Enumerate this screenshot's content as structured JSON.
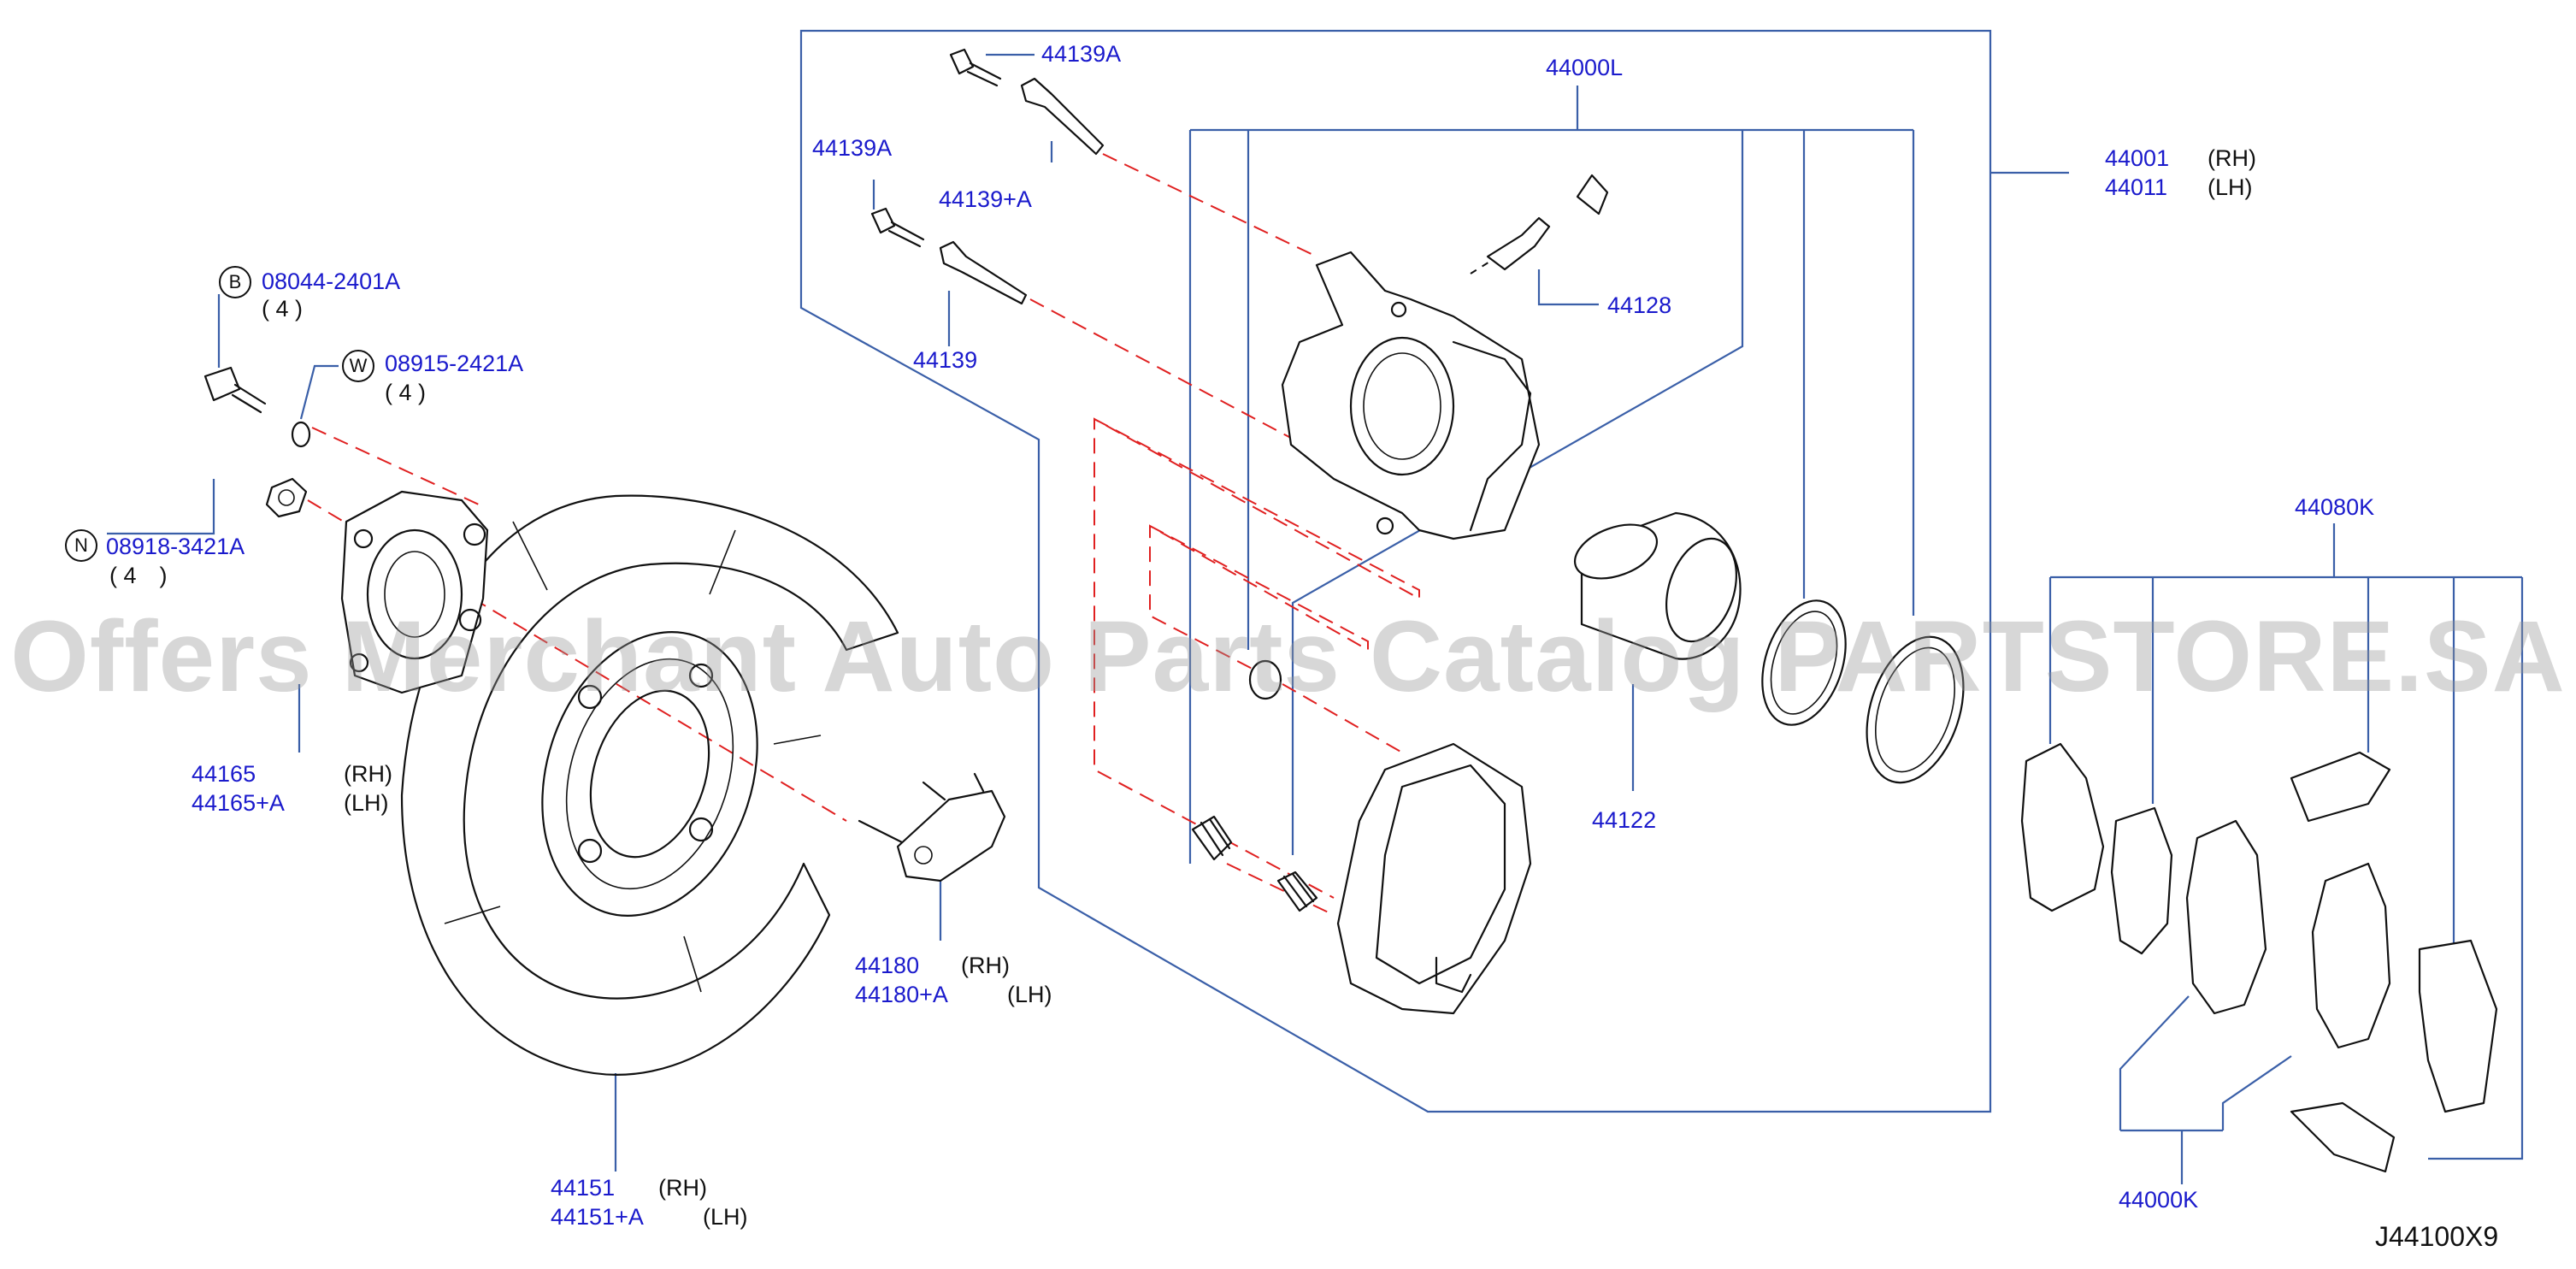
{
  "watermark": "Offers Merchant Auto Parts Catalog PARTSTORE.SA",
  "diagram_code": "J44100X9",
  "labels": {
    "p44139A_top": "44139A",
    "p44139A_left": "44139A",
    "p44139pA": "44139+A",
    "p44139": "44139",
    "p44000L": "44000L",
    "p44001": "44001",
    "p44011": "44011",
    "p44128": "44128",
    "p44122": "44122",
    "p08044": "08044-2401A",
    "p08915": "08915-2421A",
    "p08918": "08918-3421A",
    "p44165": "44165",
    "p44165pA": "44165+A",
    "p44180": "44180",
    "p44180pA": "44180+A",
    "p44151": "44151",
    "p44151pA": "44151+A",
    "p44080K": "44080K",
    "p44000K": "44000K"
  },
  "notes": {
    "rh": "(RH)",
    "lh": "(LH)",
    "qty4": "( 4 )",
    "qty4b": "( 4 )",
    "qty4c": "( 4  )"
  },
  "markers": {
    "B": "B",
    "W": "W",
    "N": "N"
  },
  "colors": {
    "label": "#1a1acc",
    "callout": "#3a5fa8",
    "dash": "#e02020",
    "drawing": "#111111"
  }
}
